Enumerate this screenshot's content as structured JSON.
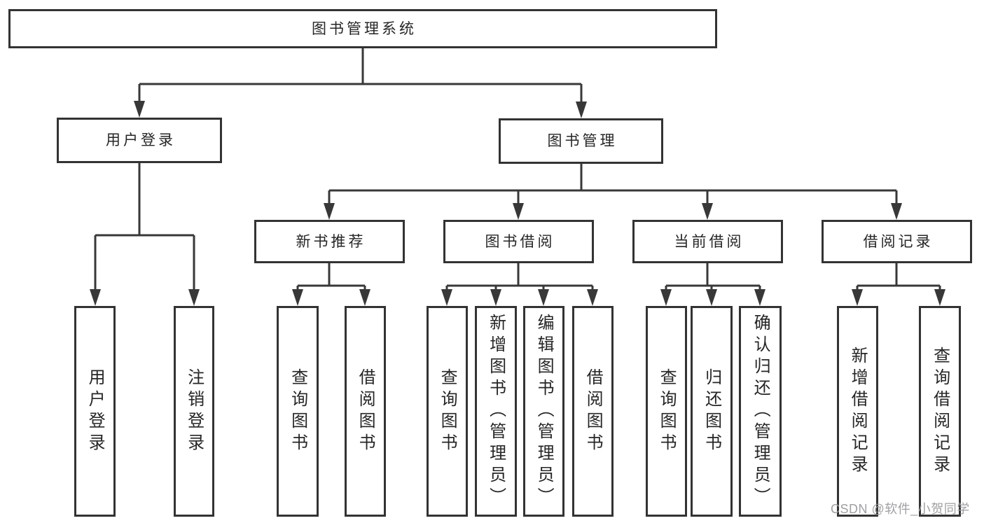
{
  "diagram": {
    "root": {
      "label": "图书管理系统"
    },
    "level2": [
      {
        "label": "用户登录"
      },
      {
        "label": "图书管理"
      }
    ],
    "level3": [
      {
        "label": "新书推荐"
      },
      {
        "label": "图书借阅"
      },
      {
        "label": "当前借阅"
      },
      {
        "label": "借阅记录"
      }
    ],
    "leaves": [
      {
        "label": "用户登录"
      },
      {
        "label": "注销登录"
      },
      {
        "label": "查询图书"
      },
      {
        "label": "借阅图书"
      },
      {
        "label": "查询图书"
      },
      {
        "label": "新增图书（管理员）"
      },
      {
        "label": "编辑图书（管理员）"
      },
      {
        "label": "借阅图书"
      },
      {
        "label": "查询图书"
      },
      {
        "label": "归还图书"
      },
      {
        "label": "确认归还（管理员）"
      },
      {
        "label": "新增借阅记录"
      },
      {
        "label": "查询借阅记录"
      }
    ]
  },
  "watermark": {
    "text": "CSDN @软件_小贺同学"
  },
  "colors": {
    "line": "#383838",
    "box_border": "#333333",
    "text": "#262626",
    "watermark": "#9b9ba0",
    "background": "#ffffff"
  }
}
